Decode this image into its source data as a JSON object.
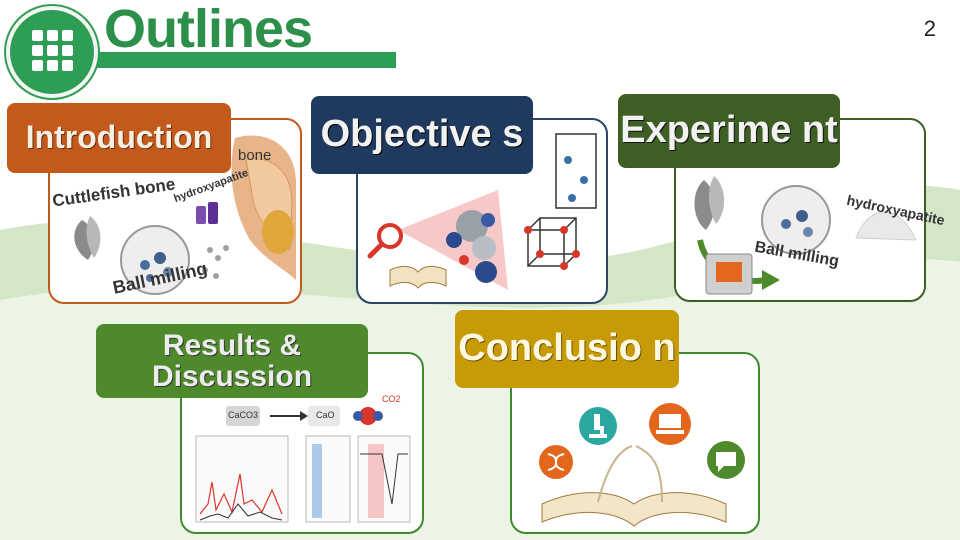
{
  "slide": {
    "title": "Outlines",
    "page_number": "2"
  },
  "sections": {
    "introduction": "Introduction",
    "objectives": "Objective s",
    "experiment": "Experime nt",
    "results": "Results & Discussion",
    "conclusion": "Conclusio n"
  },
  "intro_image": {
    "bone_label": "bone",
    "cuttlefish_label": "Cuttlefish bone",
    "hydroxyapatite_label": "hydroxyapatite",
    "ball_milling_label": "Ball milling"
  },
  "experiment_image": {
    "hydroxyapatite_label": "hydroxyapatite",
    "ball_milling_label": "Ball milling"
  },
  "results_image": {
    "caco3_label": "CaCO3",
    "cao_label": "CaO",
    "co2_label": "CO2"
  },
  "colors": {
    "accent_green": "#2f9e55",
    "intro_orange": "#c35a1b",
    "objective_navy": "#1f3a5e",
    "experiment_green": "#3f5e23",
    "results_green": "#4e8a2b",
    "conclusion_gold": "#c79a08"
  },
  "icons": [
    "grid-icon",
    "magnifier-icon",
    "microscope-icon",
    "laptop-icon",
    "dna-icon",
    "chat-icon",
    "open-book-icon"
  ]
}
